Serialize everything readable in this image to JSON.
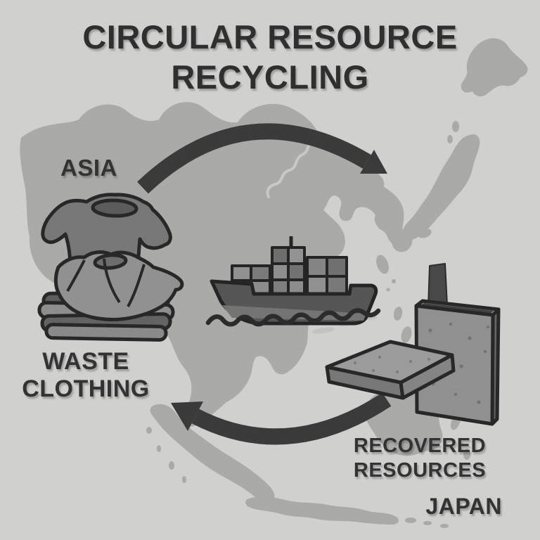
{
  "title": {
    "line1": "CIRCULAR RESOURCE",
    "line2": "RECYCLING"
  },
  "labels": {
    "asia": "ASIA",
    "waste_line1": "WASTE",
    "waste_line2": "CLOTHING",
    "recovered_line1": "RECOVERED",
    "recovered_line2": "RESOURCES",
    "japan": "JAPAN"
  },
  "icons": {
    "map": "east-asia-map",
    "clothing": "waste-clothing-pile-icon",
    "ship": "container-ship-icon",
    "panels": "recycled-board-panels-icon",
    "arrow_top": "arrow-asia-to-japan",
    "arrow_bottom": "arrow-japan-to-asia"
  },
  "colors": {
    "background": "#d2d2d0",
    "map_land": "#a9a9a7",
    "map_light_island": "#c3c3c1",
    "river": "#c9c9c7",
    "title_text": "#272727",
    "label_text": "#2b2b2b",
    "arrow": "#333333",
    "outline": "#1f1f1f",
    "shirt_back": "#747474",
    "shirt_front": "#8f8f8f",
    "hull": "#505050",
    "panel_face": "#8e8e8e"
  }
}
